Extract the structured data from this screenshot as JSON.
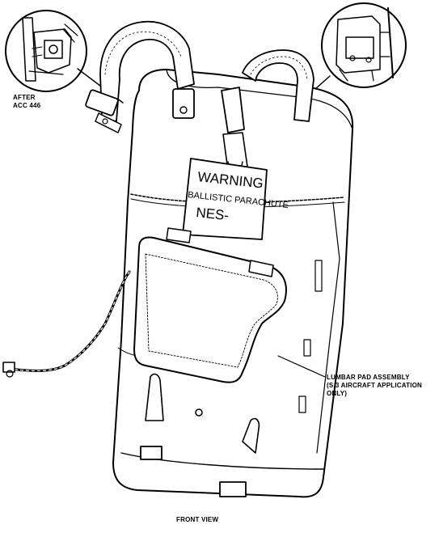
{
  "callouts": {
    "after_line1": "AFTER",
    "after_line2": "ACC 446",
    "lumbar_line1": "LUMBAR PAD ASSEMBLY",
    "lumbar_line2": "(S 3 AIRCRAFT APPLICATION",
    "lumbar_line3": "ONLY)"
  },
  "placard": {
    "line1": "WARNING",
    "line2": "BALLISTIC PARACHUTE",
    "line3": "NES-"
  },
  "caption": "FRONT VIEW",
  "colors": {
    "ink": "#000000",
    "paper": "#ffffff",
    "hatch": "#555555"
  }
}
